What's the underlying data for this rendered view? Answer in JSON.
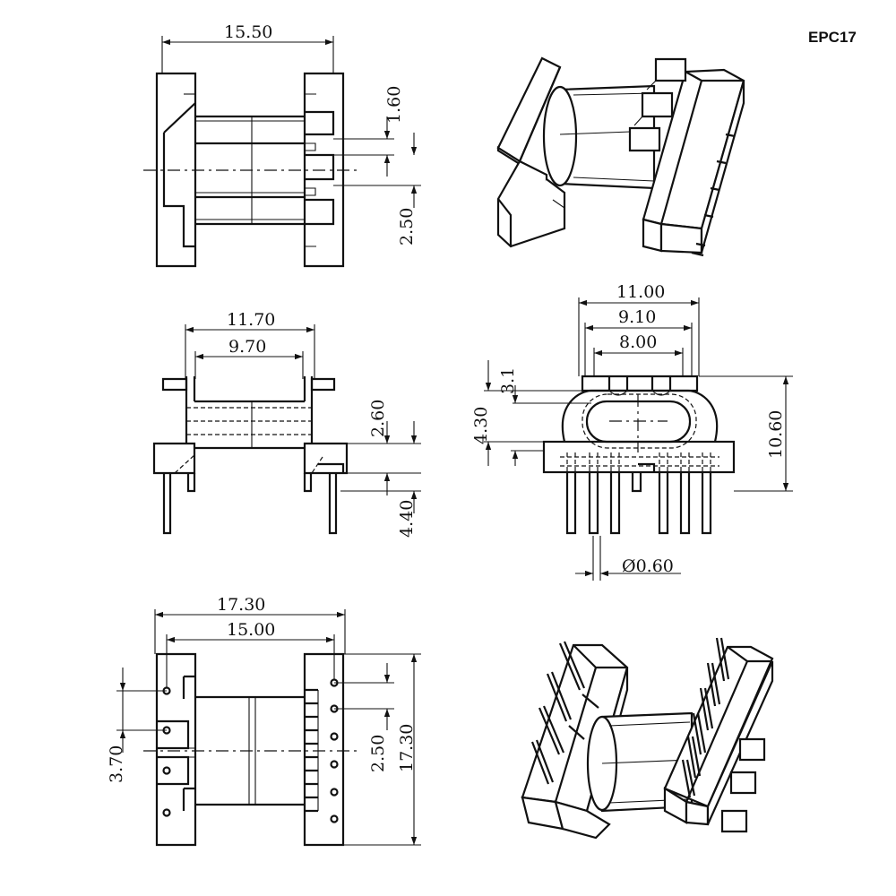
{
  "title": "EPC17",
  "dimensions": {
    "top_view_width": "15.50",
    "top_view_pitch": "1.60",
    "top_view_gap": "2.50",
    "side_view_outer": "11.70",
    "side_view_inner": "9.70",
    "side_view_flange": "2.60",
    "side_view_pin": "4.40",
    "end_view_outer": "11.00",
    "end_view_mid": "9.10",
    "end_view_inner": "8.00",
    "end_view_slot": "3.1",
    "end_view_window": "4.30",
    "end_view_height": "10.60",
    "pin_diameter": "Ø0.60",
    "bottom_view_outer": "17.30",
    "bottom_view_inner": "15.00",
    "bottom_view_row_pitch": "3.70",
    "bottom_view_pin_pitch": "2.50",
    "bottom_view_height": "17.30"
  }
}
